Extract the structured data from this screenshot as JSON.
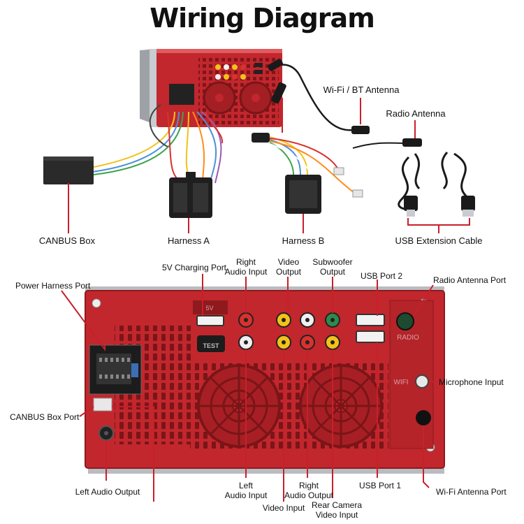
{
  "title": "Wiring Diagram",
  "top_labels": {
    "wifi_bt": "Wi-Fi / BT Antenna",
    "radio": "Radio Antenna",
    "canbus": "CANBUS Box",
    "harness_a": "Harness A",
    "harness_b": "Harness B",
    "usb_ext": "USB Extension Cable"
  },
  "unit_markings": {
    "p5v": "5V",
    "test": "TEST",
    "radio": "RADIO",
    "wifi": "WIFI"
  },
  "port_labels": {
    "charging": "5V Charging Port",
    "right_audio_in": "Right\nAudio Input",
    "video_out": "Video\nOutput",
    "sub_out": "Subwoofer\nOutput",
    "usb2": "USB Port 2",
    "radio_ant": "Radio Antenna Port",
    "power_harness": "Power Harness Port",
    "mic": "Microphone Input",
    "canbus_port": "CANBUS Box Port",
    "left_audio_out": "Left Audio Output",
    "left_audio_in": "Left\nAudio Input",
    "video_in": "Video Input",
    "right_audio_out": "Right\nAudio Output",
    "rear_cam": "Rear Camera\nVideo Input",
    "usb1": "USB Port 1",
    "wifi_ant": "Wi-Fi Antenna Port"
  },
  "colors": {
    "accent_red": "#c8202a",
    "unit_red": "#c1272d",
    "unit_dark_red": "#8e1a1e",
    "metal": "#b9bcc0",
    "rca_yellow": "#f2c21b",
    "rca_red": "#d8322e",
    "rca_white": "#f0f0f0",
    "rca_green": "#2f8a4d"
  }
}
